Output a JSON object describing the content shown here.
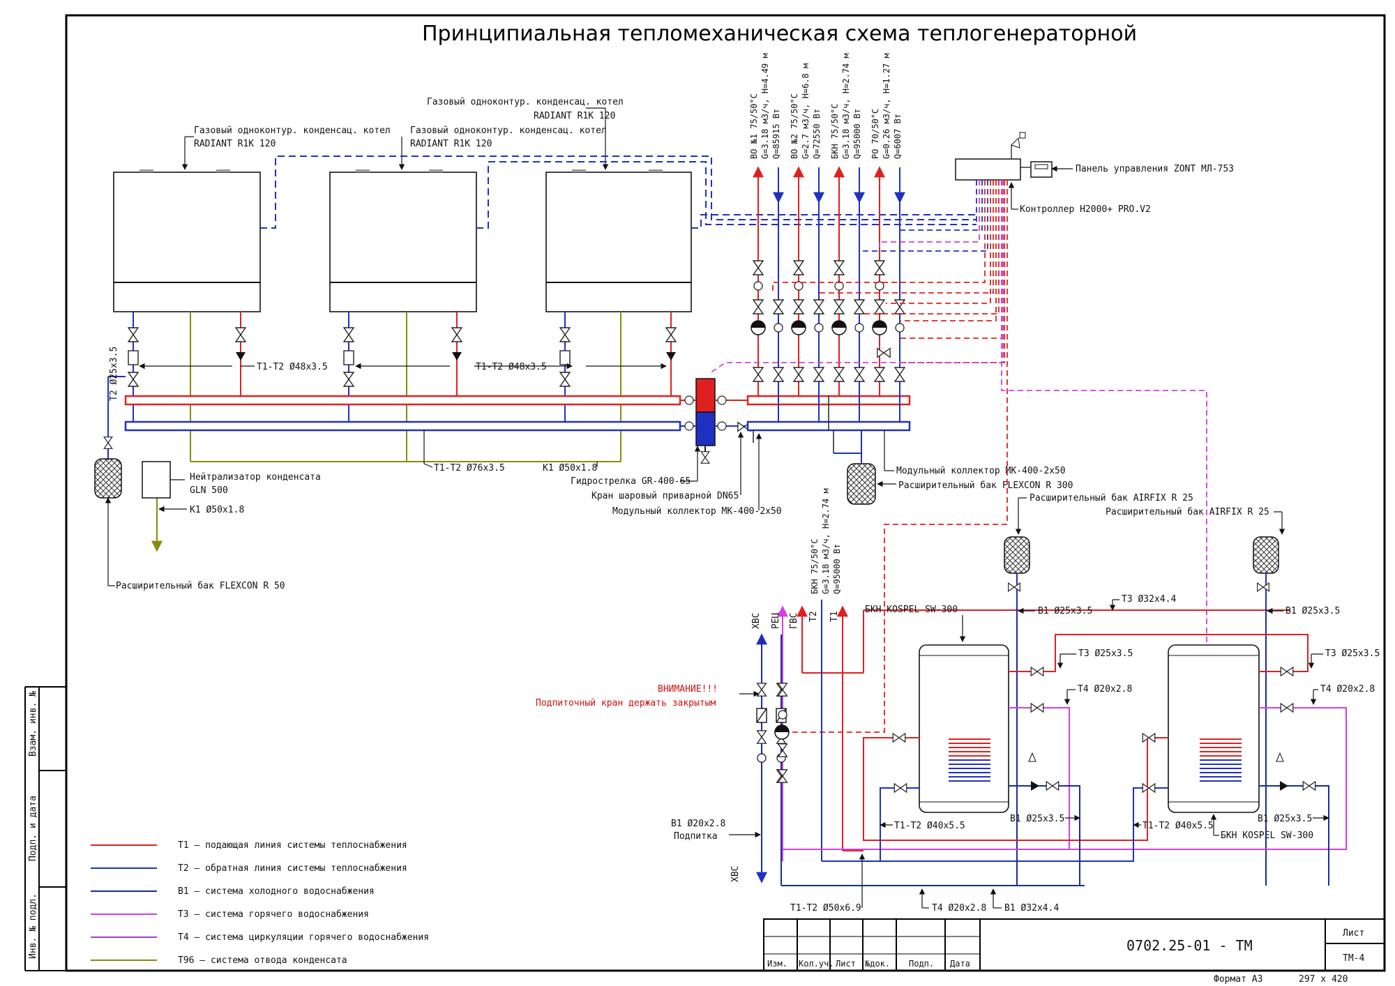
{
  "title": "Принципиальная тепломеханическая схема теплогенераторной",
  "boilers": {
    "label_left_1": "Газовый одноконтур. конденсац. котел",
    "label_left_2": "RADIANT R1K 120",
    "label_mid_1": "Газовый одноконтур. конденсац. котел",
    "label_mid_2": "RADIANT R1K 120",
    "label_right_1": "Газовый одноконтур. конденсац. котел",
    "label_right_2": "RADIANT R1K 120"
  },
  "circuits": [
    {
      "name": "BO №1 75/50°C",
      "g": "G=3.18 м3/ч, H=4.49 м",
      "q": "Q=85915 Вт"
    },
    {
      "name": "BO №2 75/50°C",
      "g": "G=2.7 м3/ч, H=6.8 м",
      "q": "Q=72550 Вт"
    },
    {
      "name": "БКН 75/50°C",
      "g": "G=3.18 м3/ч, H=2.74 м",
      "q": "Q=95000 Вт"
    },
    {
      "name": "PO 70/50°C",
      "g": "G=0.26 м3/ч, H=1.27 м",
      "q": "Q=6007 Вт"
    }
  ],
  "bkn_circuit": {
    "name": "БКН 75/50°C",
    "g": "G=3.18 м3/ч, H=2.74 м",
    "q": "Q=95000 Вт"
  },
  "labels": {
    "panel": "Панель управления ZONT МЛ-753",
    "controller": "Контроллер H2000+ PRO.V2",
    "t1t2_48_a": "T1-T2 Ø48x3.5",
    "t1t2_48_b": "T1-T2 Ø48x3.5",
    "t2_25": "T2 Ø25x3.5",
    "neutralizer_1": "Нейтрализатор конденсата",
    "neutralizer_2": "GLN 500",
    "k1_50_a": "K1 Ø50x1.8",
    "k1_50_b": "K1 Ø50x1.8",
    "t1t2_76": "T1-T2 Ø76x3.5",
    "hydro": "Гидрострелка GR-400-65",
    "ball_valve": "Кран шаровый приварной DN65",
    "collector_a": "Модульный коллектор МК-400-2x50",
    "collector_b": "Модульный коллектор МК-400-2x50",
    "flexcon50": "Расширительный бак FLEXCON R 50",
    "flexcon300": "Расширительный бак FLEXCON R 300",
    "airfix_a": "Расширительный бак AIRFIX R 25",
    "airfix_b": "Расширительный бак AIRFIX R 25",
    "xbc": "ХВС",
    "rec": "РЕЦ",
    "gvs": "ГВС",
    "t2": "T2",
    "t1": "T1",
    "bkn_top": "БКН KOSPEL SW-300",
    "bkn_bottom": "БКН KOSPEL SW-300",
    "b1_25_a": "B1 Ø25x3.5",
    "b1_25_b": "B1 Ø25x3.5",
    "b1_25_c": "B1 Ø25x3.5",
    "b1_25_d": "B1 Ø25x3.5",
    "t3_32": "T3 Ø32x4.4",
    "t3_25_a": "T3 Ø25x3.5",
    "t3_25_b": "T3 Ø25x3.5",
    "t4_20_a": "T4 Ø20x2.8",
    "t4_20_b": "T4 Ø20x2.8",
    "t4_20_c": "T4 Ø20x2.8",
    "t1t2_40_a": "T1-T2 Ø40x5.5",
    "t1t2_40_b": "T1-T2 Ø40x5.5",
    "t1t2_50": "T1-T2 Ø50x6.9",
    "b1_32": "B1 Ø32x4.4",
    "b1_20": "B1 Ø20x2.8",
    "podpitka": "Подпитка",
    "warn_1": "ВНИМАНИЕ!!!",
    "warn_2": "Подпиточный кран держать закрытым",
    "xbc_bottom": "ХВС"
  },
  "legend": [
    {
      "text": "T1 – подающая линия системы теплоснабжения",
      "color": "#e02020"
    },
    {
      "text": "T2 – обратная линия системы теплоснабжения",
      "color": "#2030c0"
    },
    {
      "text": "B1 – система холодного водоснабжения",
      "color": "#1a2aa0"
    },
    {
      "text": "T3 – система горячего водоснабжения",
      "color": "#d040e0"
    },
    {
      "text": "T4 – система циркуляции горячего водоснабжения",
      "color": "#a040d0"
    },
    {
      "text": "T96 – система отвода конденсата",
      "color": "#8a8a10"
    }
  ],
  "stamp": {
    "code": "0702.25-01 - TM",
    "sheet_label": "Лист",
    "sheet_value": "TM-4",
    "cols": [
      "Изм.",
      "Кол.уч.",
      "Лист",
      "№док.",
      "Подп.",
      "Дата"
    ],
    "format": "Формат A3",
    "size": "297 x 420"
  },
  "side": {
    "vzam": "Взам. инв. №",
    "podp": "Подп. и дата",
    "inv": "Инв. № подл."
  },
  "colors": {
    "t1": "#e02020",
    "t2": "#2030c0",
    "b1": "#1a2aa0",
    "t3": "#d040e0",
    "t96": "#8a8a10"
  }
}
